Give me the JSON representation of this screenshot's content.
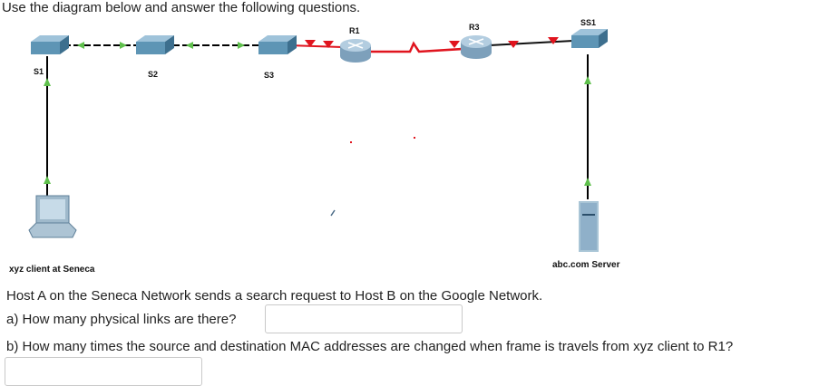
{
  "intro": "Use the diagram below and answer the following questions.",
  "diagram": {
    "switches": [
      "S1",
      "S2",
      "S3",
      "SS1"
    ],
    "routers": [
      "R1",
      "R3"
    ],
    "client_label": "xyz client at Seneca",
    "server_label": "abc.com Server",
    "colors": {
      "switch": "#5e95b5",
      "router": "#8fb0c9",
      "serial_link": "#e0141e",
      "ethernet_link": "#000000",
      "link_up": "#5fc04c",
      "link_down": "#e0141e"
    }
  },
  "scenario": "Host A on the Seneca Network sends a search request to Host B on the Google Network.",
  "question_a": "a) How many physical links are there?",
  "question_b": "b) How many times the source and destination MAC addresses are changed when frame is travels from xyz client to R1?"
}
